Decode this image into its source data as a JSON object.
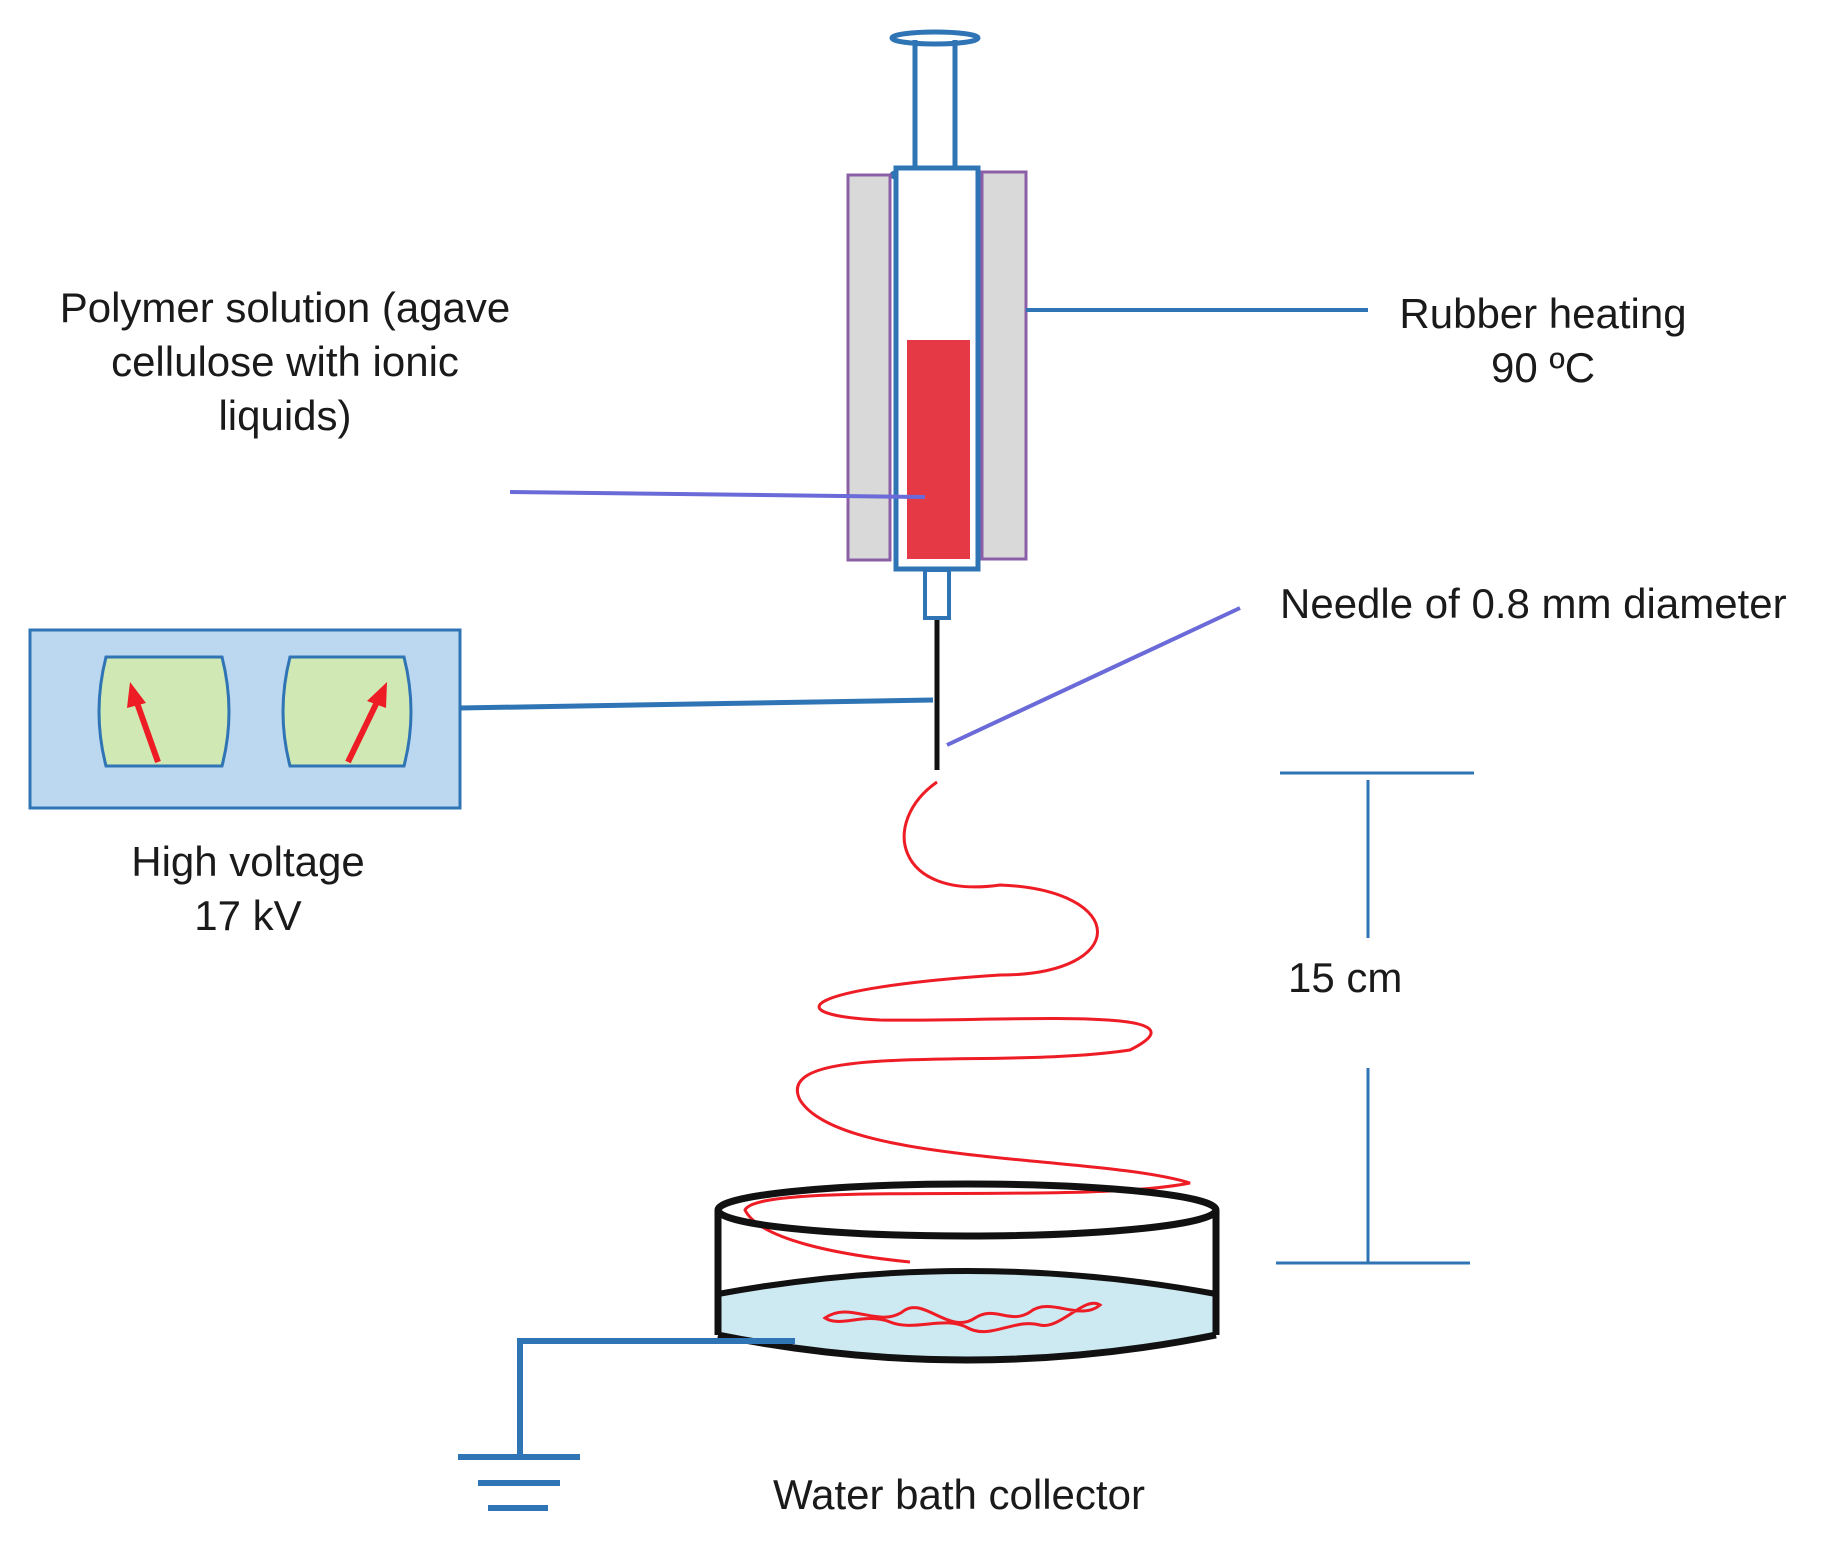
{
  "labels": {
    "polymer_solution": [
      "Polymer solution (agave",
      "cellulose with  ionic",
      "liquids)"
    ],
    "rubber_heating": [
      "Rubber heating",
      "90 ºC"
    ],
    "needle": "Needle of 0.8 mm diameter",
    "high_voltage": [
      "High voltage",
      "17 kV"
    ],
    "distance": "15 cm",
    "collector": "Water bath collector"
  },
  "colors": {
    "syringe_blue": "#2f74b5",
    "leader_purple": "#6a6ad8",
    "heater_gray": "#d9d9d9",
    "heater_outline": "#8b5fa8",
    "solution_red": "#e63946",
    "jet_red": "#ee1c25",
    "box_fill": "#bcd7f0",
    "gauge_fill": "#cfe8b4",
    "water_fill": "#cde9f2"
  }
}
